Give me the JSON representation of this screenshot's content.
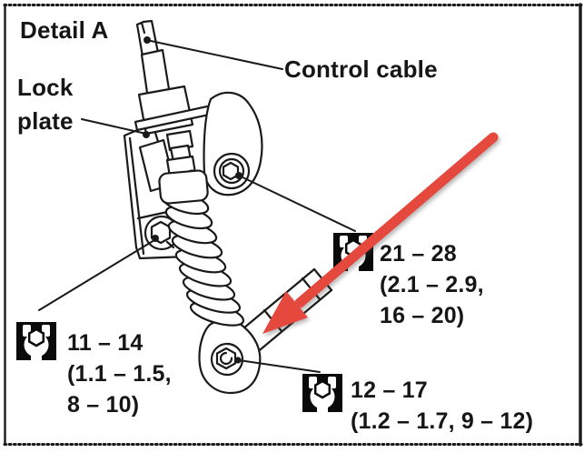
{
  "diagram": {
    "title": "Detail A",
    "labels": {
      "control_cable": "Control cable",
      "lock_plate": [
        "Lock",
        "plate"
      ]
    },
    "torque_specs": [
      {
        "id": "upper-bracket-bolt",
        "line1": "21 – 28",
        "line2": "(2.1 – 2.9,",
        "line3": "16 – 20)"
      },
      {
        "id": "lock-plate-bolt",
        "line1": "11 – 14",
        "line2": "(1.1 – 1.5,",
        "line3": "8 – 10)"
      },
      {
        "id": "lower-joint-nut",
        "line1": "12 – 17",
        "line2": "(1.2 – 1.7, 9 – 12)"
      }
    ],
    "icons": {
      "torque": "torque-wrench-icon"
    },
    "colors": {
      "arrow_red": "#e5483c",
      "line_black": "#1a1a1a",
      "icon_black": "#0a0a0a"
    }
  }
}
